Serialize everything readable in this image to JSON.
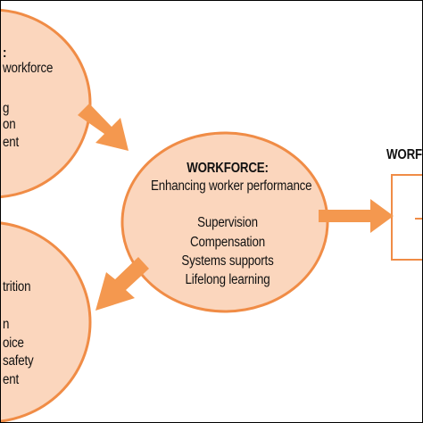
{
  "left_top_circle": {
    "heading": ":",
    "lines": [
      "workforce",
      "g",
      "on",
      "ent"
    ]
  },
  "center_circle": {
    "heading": "WORKFORCE:",
    "subheading": "Enhancing worker performance",
    "items": [
      "Supervision",
      "Compensation",
      "Systems supports",
      "Lifelong learning"
    ]
  },
  "left_bottom_circle": {
    "lines": [
      "trition",
      "n",
      "oice",
      "safety",
      "ent"
    ]
  },
  "right_box": {
    "heading": "WORF"
  },
  "colors": {
    "circle_fill": "#fbd6bd",
    "circle_stroke": "#f08c46",
    "arrow_fill": "#f4984f",
    "box_stroke": "#f08c46"
  }
}
